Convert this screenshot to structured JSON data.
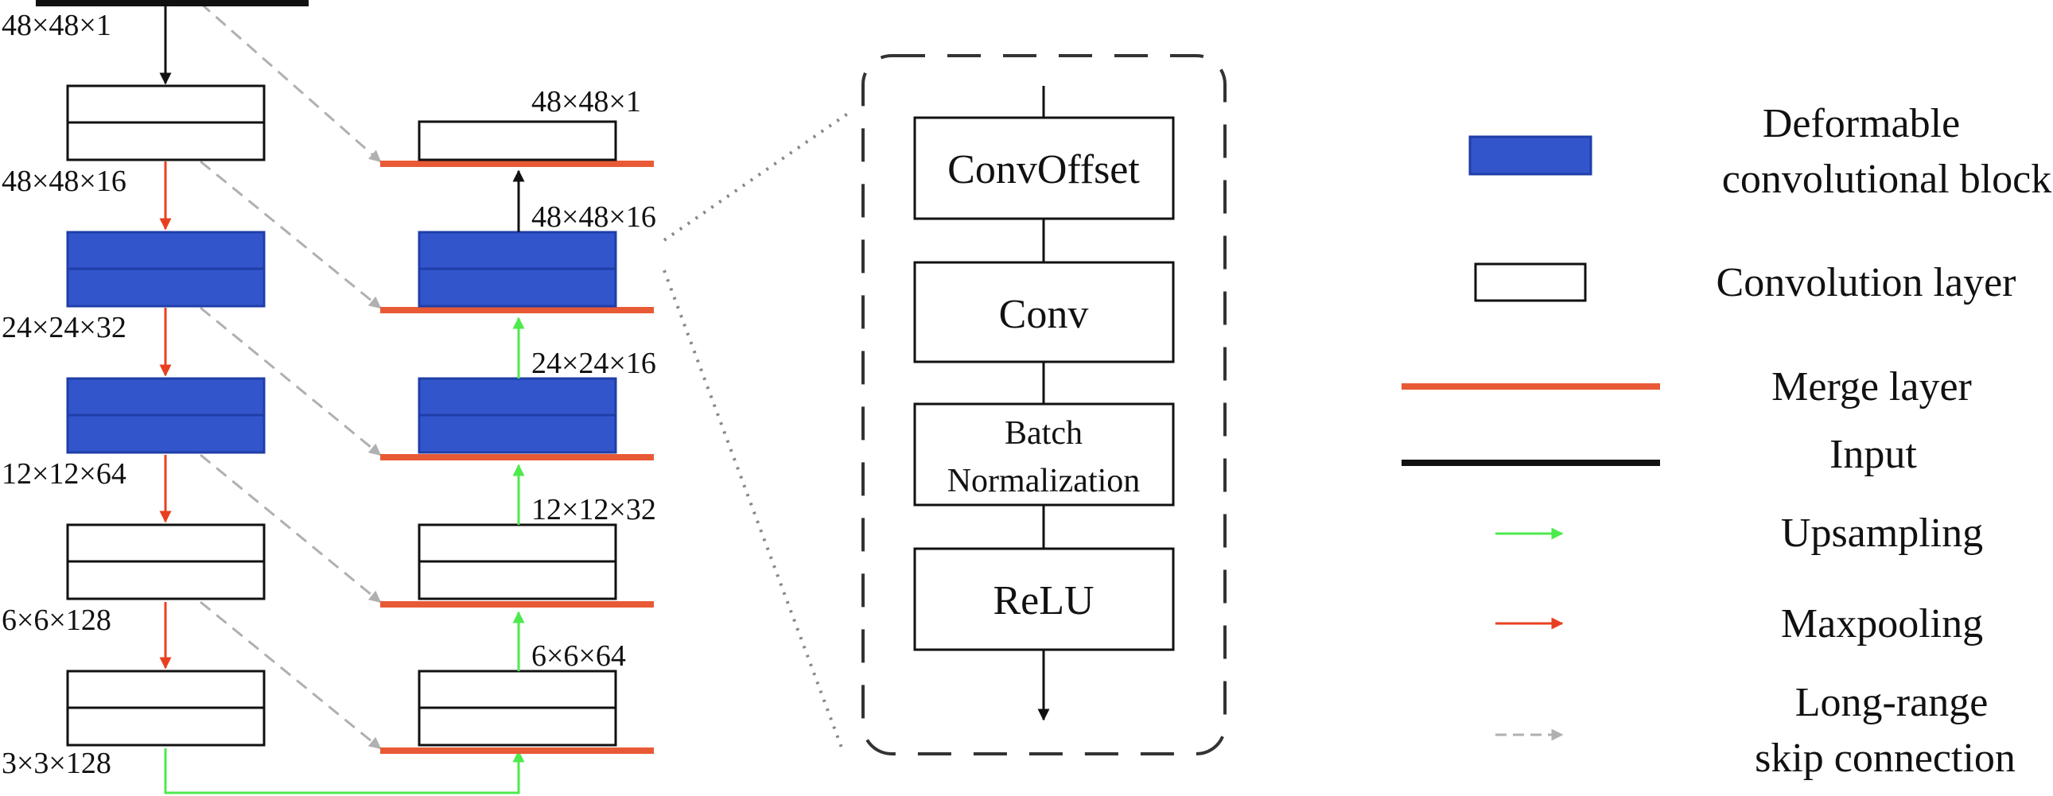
{
  "encoder": {
    "input_label": "48×48×1",
    "dims": [
      "48×48×16",
      "24×24×32",
      "12×12×64",
      "6×6×128",
      "3×3×128"
    ]
  },
  "decoder": {
    "dims": [
      "48×48×1",
      "48×48×16",
      "24×24×16",
      "12×12×32",
      "6×6×64"
    ]
  },
  "detail_block": {
    "steps": [
      "ConvOffset",
      "Conv",
      "Batch",
      "Normalization",
      "ReLU"
    ]
  },
  "legend": {
    "deformable_line1": "Deformable",
    "deformable_line2": "convolutional block",
    "convolution": "Convolution layer",
    "merge": "Merge layer",
    "input": "Input",
    "upsampling": "Upsampling",
    "maxpooling": "Maxpooling",
    "skip_line1": "Long-range",
    "skip_line2": "skip connection"
  },
  "colors": {
    "deformable_fill": "#3355cc",
    "deformable_stroke": "#1f3ea8",
    "merge": "#e85a35",
    "maxpool": "#e8401f",
    "upsample": "#4dea4d",
    "skip": "#b0b0b0",
    "input": "#111111"
  }
}
